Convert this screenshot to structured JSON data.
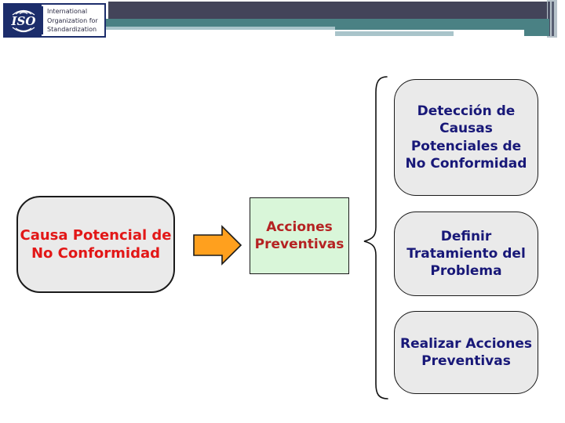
{
  "logo": {
    "acronym": "ISO",
    "org_name": "International\nOrganization for\nStandardization"
  },
  "flow": {
    "cause_box": {
      "text": "Causa Potencial de\nNo Conformidad"
    },
    "action_box": {
      "text": "Acciones\nPreventivas"
    },
    "outcome_boxes": [
      {
        "text": "Detección de\nCausas\nPotenciales de\nNo Conformidad"
      },
      {
        "text": "Definir\nTratamiento del\nProblema"
      },
      {
        "text": "Realizar Acciones\nPreventivas"
      }
    ]
  },
  "icons": {
    "arrow": "right-arrow",
    "brace": "curly-brace"
  },
  "colors": {
    "header_dark": "#434459",
    "header_teal": "#4a8184",
    "header_light": "#a9c4ca",
    "logo_navy": "#1c2d6b",
    "cause_text_red": "#e21717",
    "action_text_red": "#b52222",
    "outcome_text_navy": "#181878",
    "box_fill_gray": "#eaeaea",
    "action_fill_green": "#d9f6d9",
    "arrow_orange": "#ffa01e"
  }
}
